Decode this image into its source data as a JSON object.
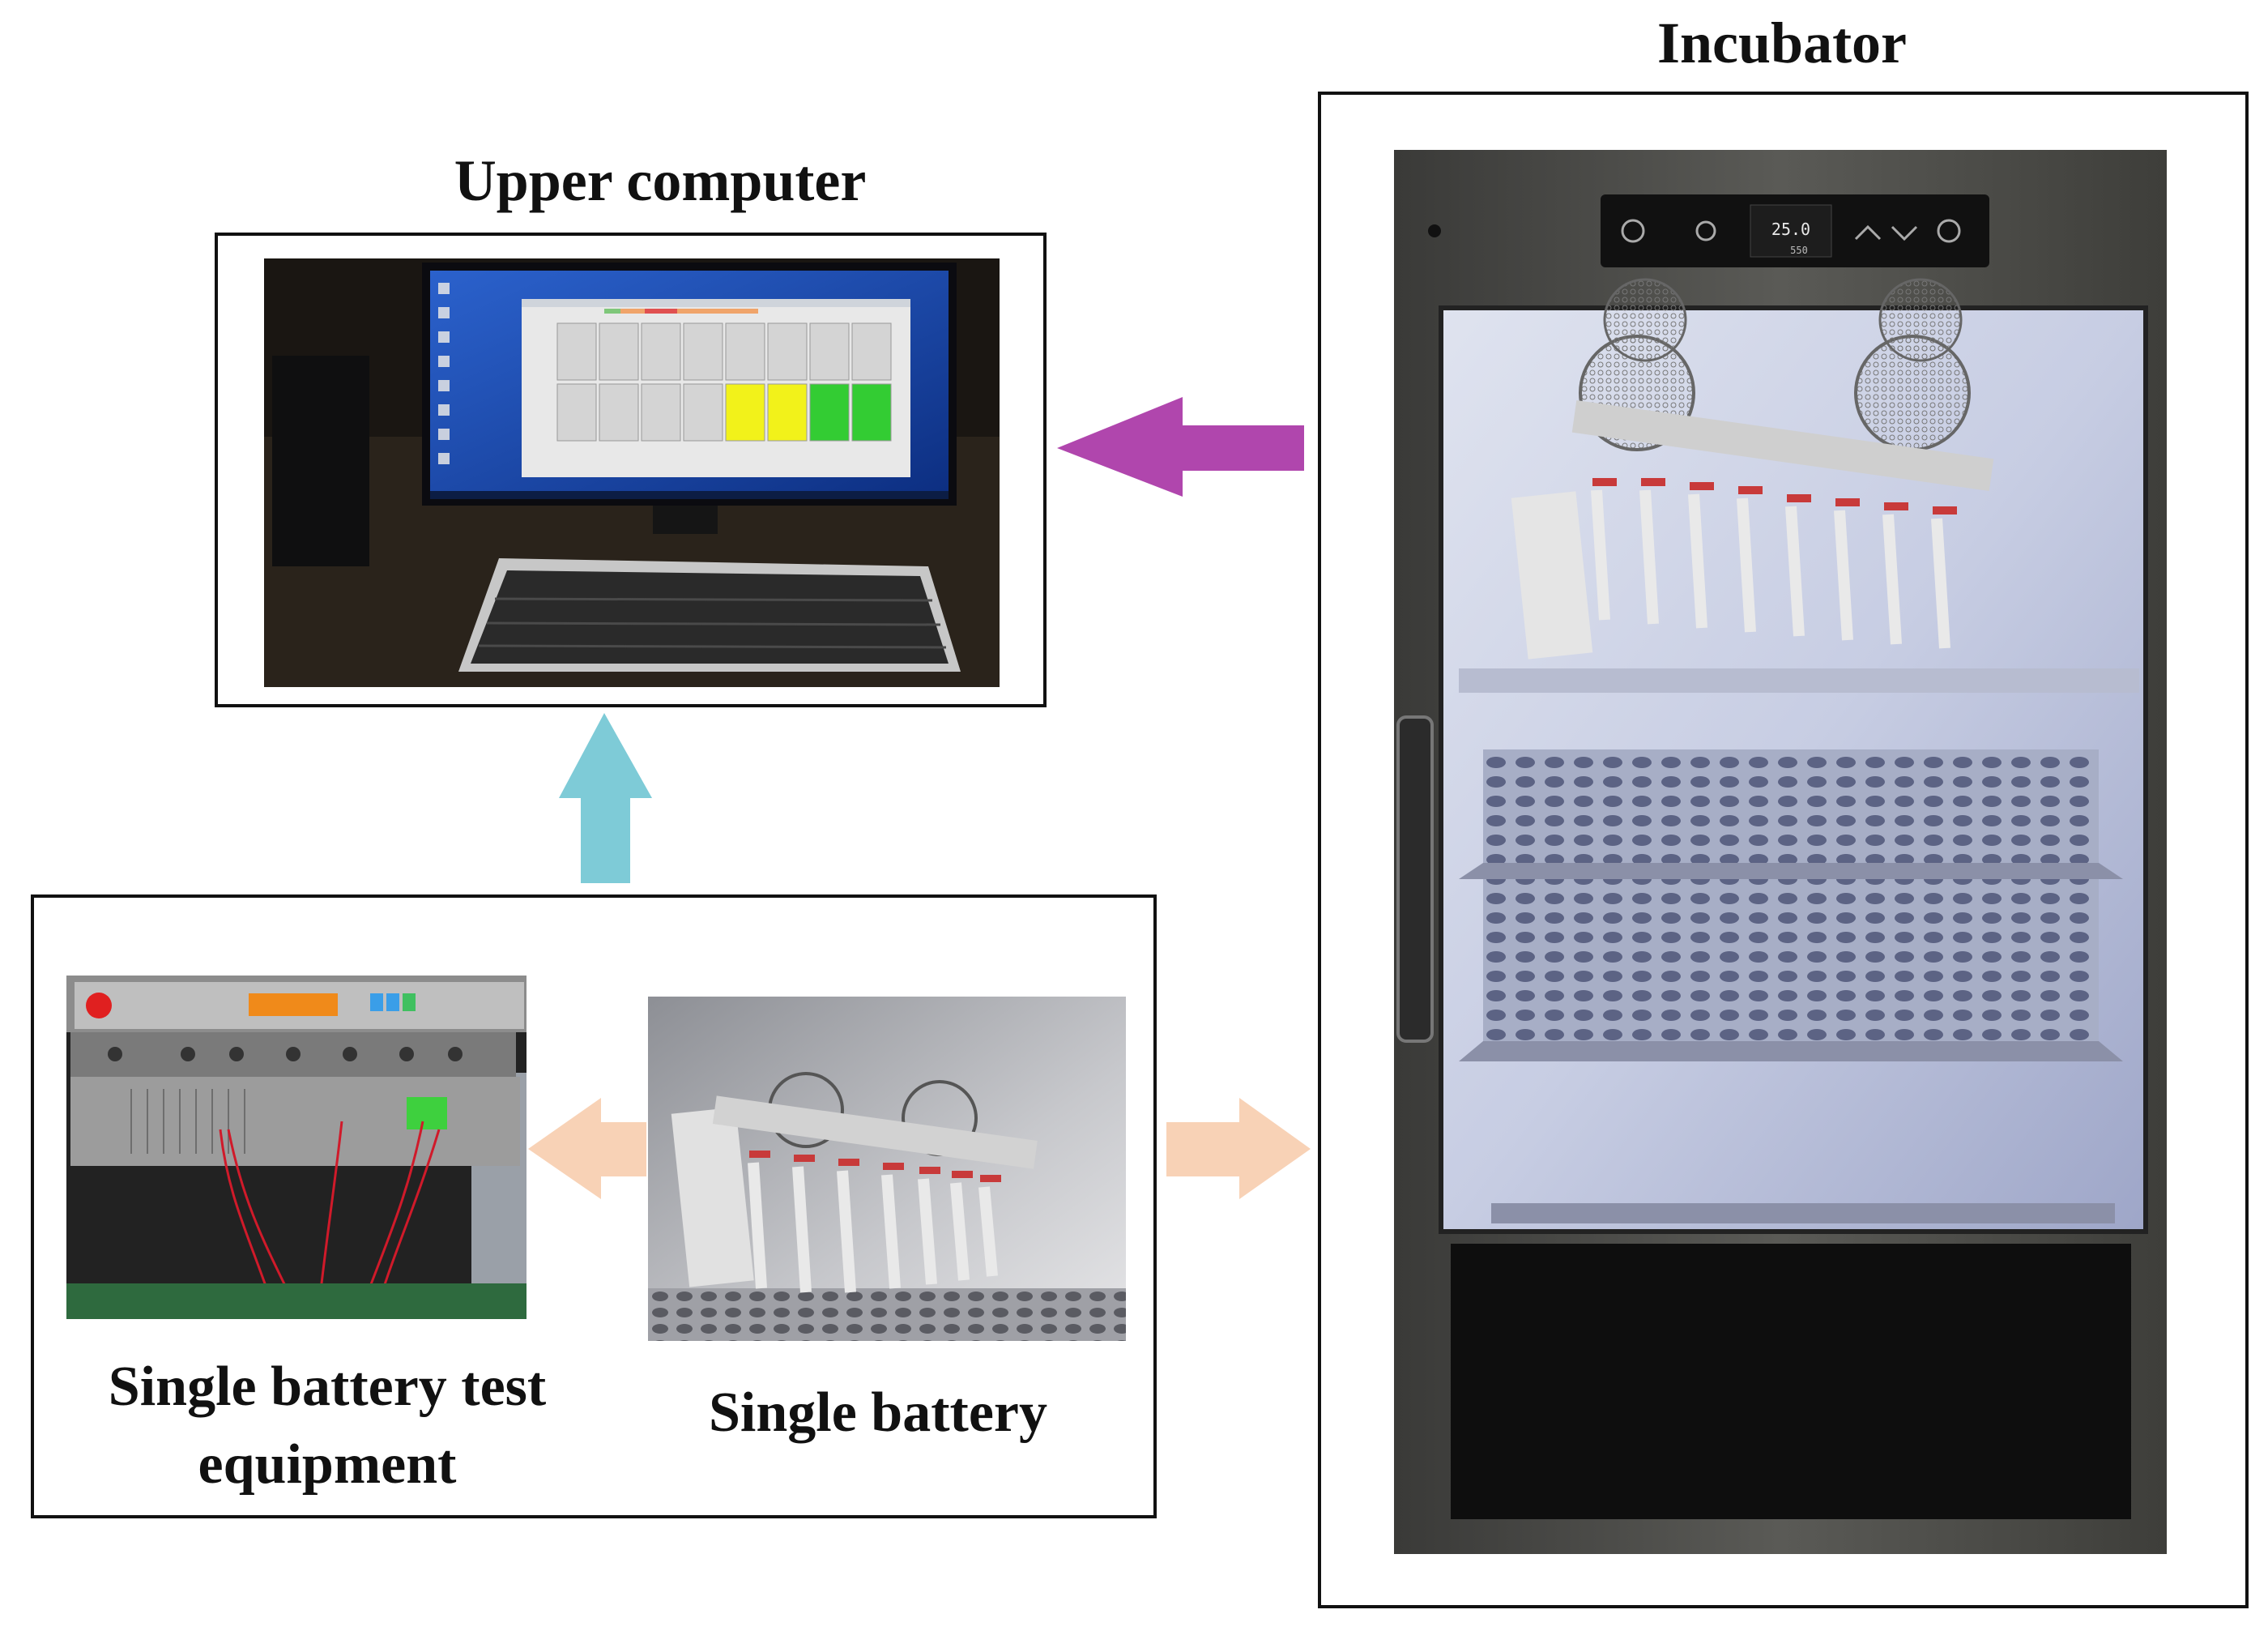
{
  "labels": {
    "incubator": "Incubator",
    "upper_computer": "Upper computer",
    "single_battery_test_equipment": "Single battery test equipment",
    "single_battery": "Single battery"
  },
  "arrows": [
    {
      "from": "incubator",
      "to": "upper_computer",
      "color": "#b046ad"
    },
    {
      "from": "test_bench",
      "to": "upper_computer",
      "color": "#7ecbd7"
    },
    {
      "from": "single_battery",
      "to": "single_battery_test_equipment",
      "color": "#f8d2b6"
    },
    {
      "from": "single_battery",
      "to": "incubator",
      "color": "#f8d2b6"
    }
  ],
  "incubator_display": {
    "temperature": "25.0",
    "time": "550"
  }
}
